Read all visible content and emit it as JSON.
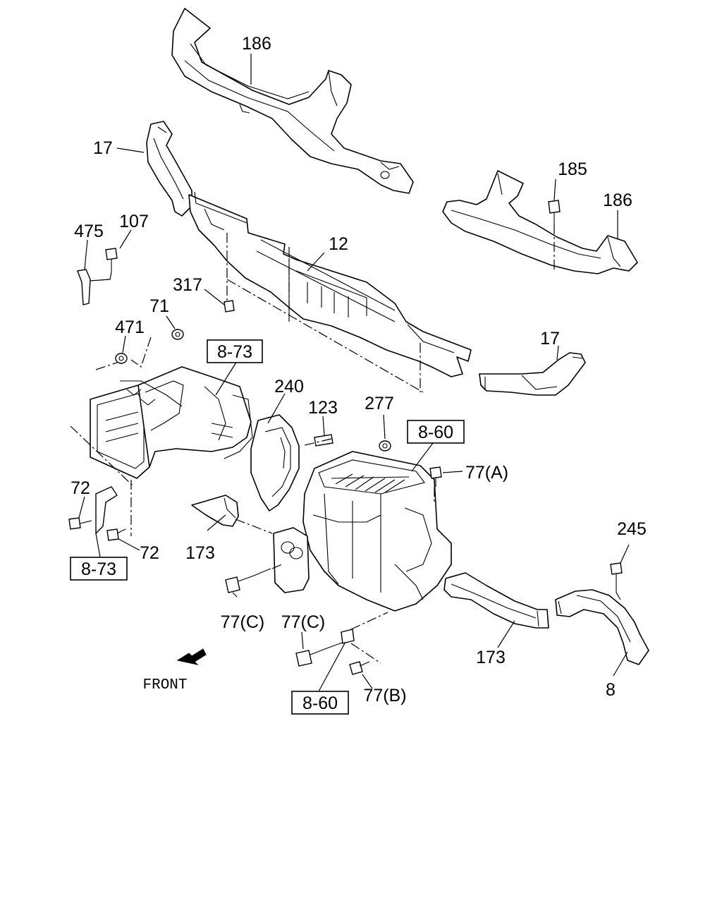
{
  "labels": {
    "p186_top": "186",
    "p17_left": "17",
    "p185": "185",
    "p186_right": "186",
    "p475": "475",
    "p107": "107",
    "p12": "12",
    "p317": "317",
    "p71": "71",
    "p471": "471",
    "p17_right": "17",
    "p240": "240",
    "p123": "123",
    "p277": "277",
    "p77a": "77(A)",
    "p72_top": "72",
    "p72_bottom": "72",
    "p173_left": "173",
    "p245": "245",
    "p77c_left": "77(C)",
    "p77c_right": "77(C)",
    "p173_right": "173",
    "p77b": "77(B)",
    "p8": "8",
    "front": "FRONT"
  },
  "refs": {
    "ref_873_top": "8-73",
    "ref_860_top": "8-60",
    "ref_873_bottom": "8-73",
    "ref_860_bottom": "8-60"
  },
  "icons": {
    "front_arrow": "front-direction-arrow-icon"
  }
}
